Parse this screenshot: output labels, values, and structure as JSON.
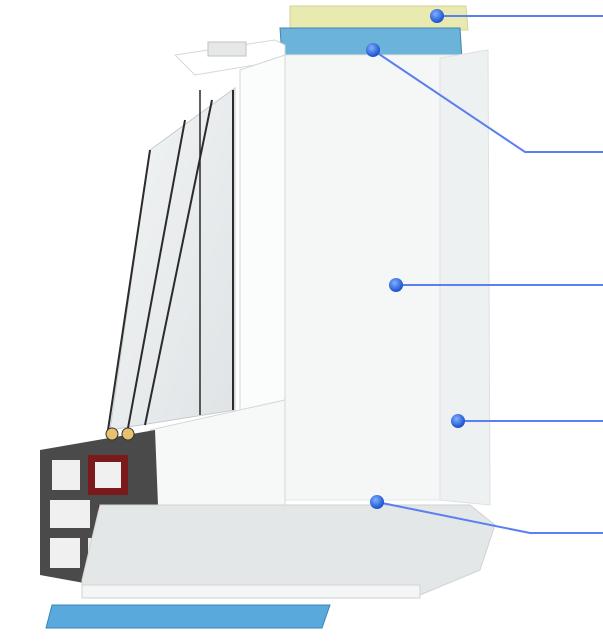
{
  "colors": {
    "callout_line": "#5b7ff0",
    "callout_dot": "#1f63e0",
    "insulation": "#e9eab0",
    "membrane": "#6cb3da",
    "wall": "#f5f7f7",
    "sill": "#e4e7e7",
    "profile_dark": "#3a3a3a",
    "profile_red": "#7a1a1a",
    "bottom_strip": "#5aa9dc"
  },
  "callouts": [
    {
      "id": "insulation-layer"
    },
    {
      "id": "vapor-membrane"
    },
    {
      "id": "wall-slope-panel"
    },
    {
      "id": "corner-profile"
    },
    {
      "id": "window-sill"
    }
  ]
}
